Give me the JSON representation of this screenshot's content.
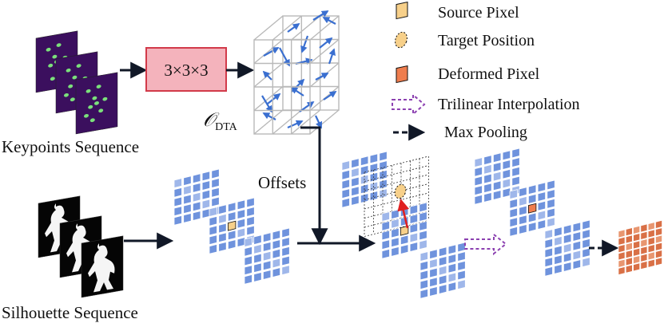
{
  "labels": {
    "keypoints_sequence": "Keypoints Sequence",
    "silhouette_sequence": "Silhouette Sequence",
    "conv_kernel": "3×3×3",
    "offsets": "Offsets",
    "operator_symbol": "𝒪",
    "operator_subscript": "DTA"
  },
  "legend": {
    "source_pixel": "Source Pixel",
    "target_position": "Target Position",
    "deformed_pixel": "Deformed Pixel",
    "trilinear_interpolation": "Trilinear Interpolation",
    "max_pooling": "Max Pooling"
  },
  "colors": {
    "keypoint_bg": "#3b0f5e",
    "keypoint_dot": "#7be07b",
    "conv_box_fill": "#f4b3bc",
    "conv_box_stroke": "#d23a4a",
    "feature_cell": "#6f93dd",
    "feature_cell_light": "#9fb7ea",
    "source_pixel": "#f7d08a",
    "deformed_pixel": "#ef7d4e",
    "offset_arrow": "#3a6fd0",
    "red_arrow": "#e02020",
    "interp_arrow": "#8b3fb0",
    "pooled_cell": "#d97046",
    "flow": "#111827"
  }
}
